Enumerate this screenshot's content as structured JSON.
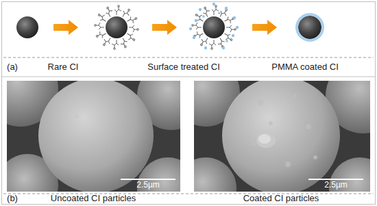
{
  "diagram": {
    "labels": [
      "(a)",
      "Rare CI",
      "Surface treated CI",
      "PMMA coated CI",
      "(b)",
      "Uncoated CI particles",
      "Coated CI particles",
      "2.5µm",
      "2.5µm"
    ]
  }
}
